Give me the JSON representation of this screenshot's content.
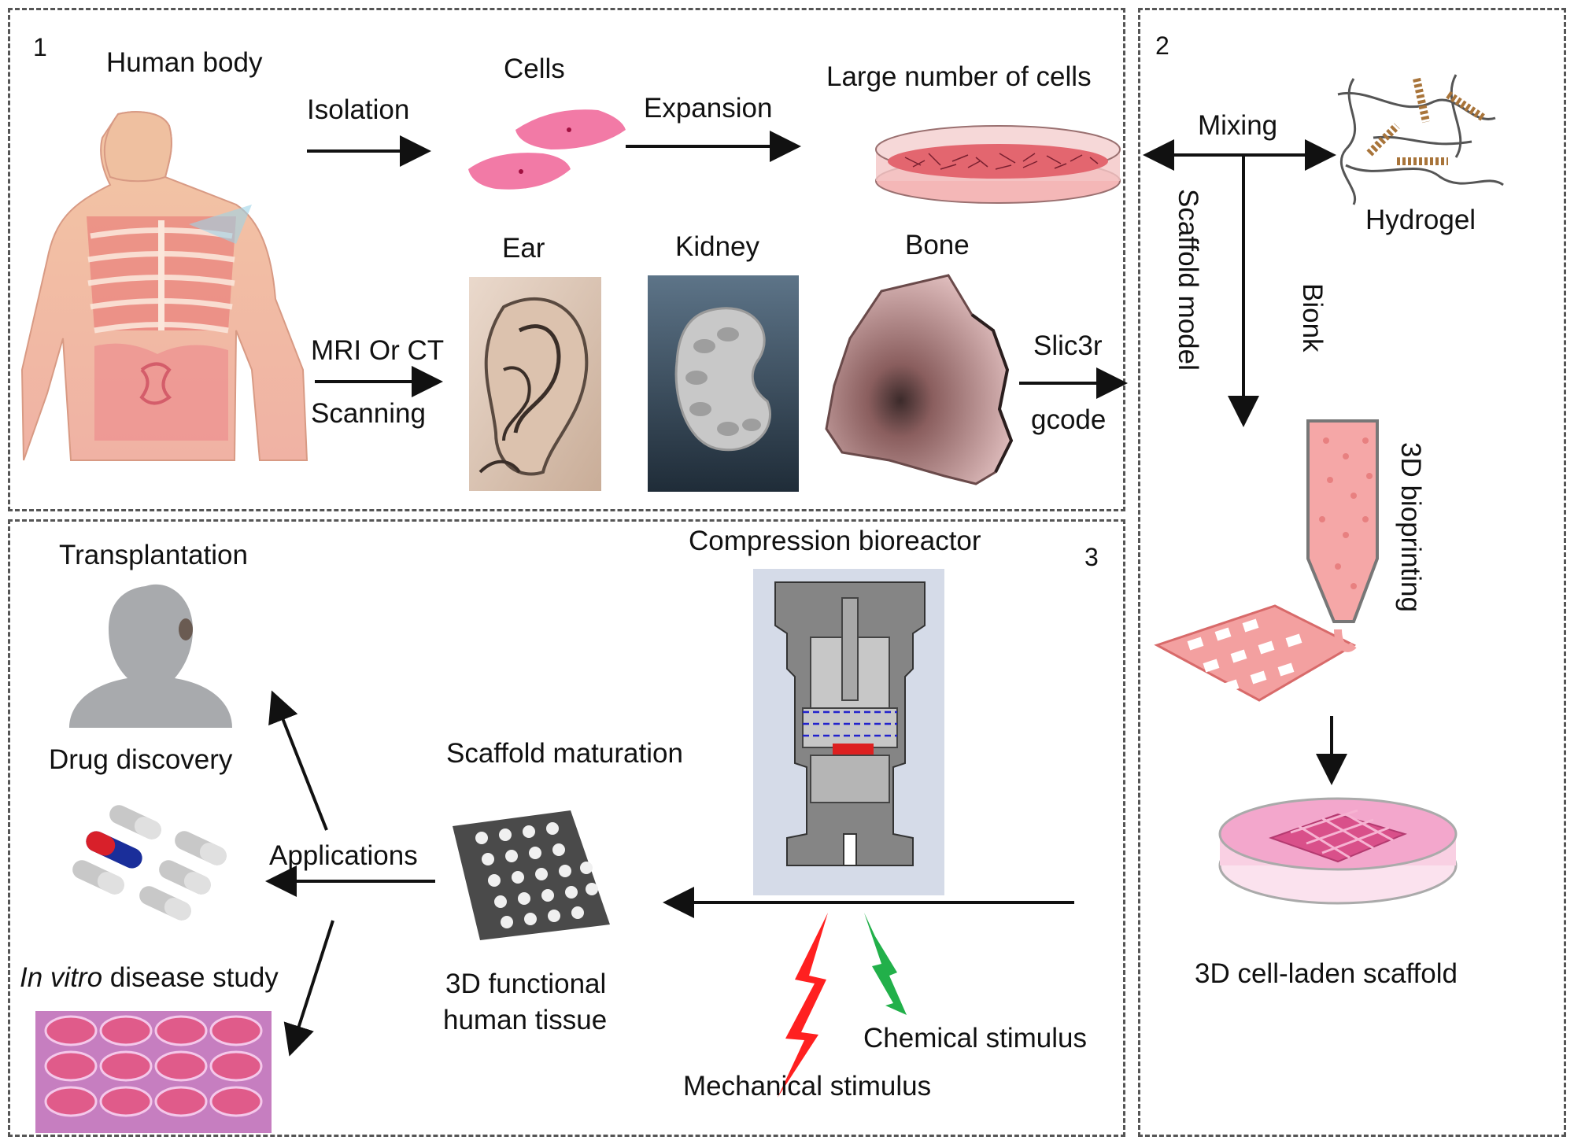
{
  "panels": {
    "p1": {
      "number": "1"
    },
    "p2": {
      "number": "2"
    },
    "p3": {
      "number": "3"
    }
  },
  "labels": {
    "human_body": "Human body",
    "cells": "Cells",
    "large_number_of_cells": "Large number of cells",
    "isolation": "Isolation",
    "expansion": "Expansion",
    "ear": "Ear",
    "kidney": "Kidney",
    "bone": "Bone",
    "mri_or_ct": "MRI Or CT",
    "scanning": "Scanning",
    "slic3r": "Slic3r",
    "gcode": "gcode",
    "mixing": "Mixing",
    "hydrogel": "Hydrogel",
    "scaffold_model": "Scaffold model",
    "bionk": "Bionk",
    "bioprinting_3d": "3D bioprinting",
    "cell_laden_scaffold": "3D cell-laden scaffold",
    "compression_bioreactor": "Compression bioreactor",
    "transplantation": "Transplantation",
    "drug_discovery": "Drug discovery",
    "applications": "Applications",
    "scaffold_maturation": "Scaffold maturation",
    "in_vitro_italic": "In vitro",
    "in_vitro_rest": " disease study",
    "functional_tissue_line1": "3D functional",
    "functional_tissue_line2": "human tissue",
    "chemical_stimulus": "Chemical stimulus",
    "mechanical_stimulus": "Mechanical stimulus"
  },
  "colors": {
    "cell_pink": "#f06a9a",
    "tissue_pink": "#f4a3a3",
    "bioreactor_gray": "#808080",
    "mechanical_red": "#ff2020",
    "chemical_green": "#22b04a"
  }
}
